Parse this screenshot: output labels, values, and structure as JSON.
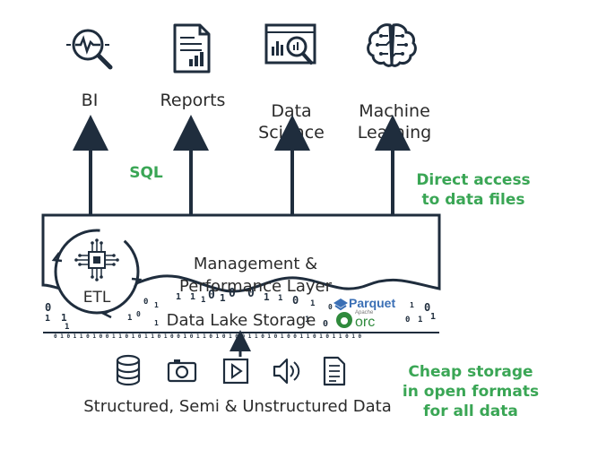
{
  "consumers": [
    {
      "label": "BI",
      "icon": "bi-analytics-icon"
    },
    {
      "label": "Reports",
      "icon": "report-document-icon"
    },
    {
      "label": "Data\nScience",
      "icon": "data-science-icon"
    },
    {
      "label": "Machine\nLearning",
      "icon": "brain-circuit-icon"
    }
  ],
  "annotations": {
    "sql": "SQL",
    "direct_access": "Direct access\nto data files",
    "cheap_storage": "Cheap storage\nin open formats\nfor all data"
  },
  "layers": {
    "management": "Management &\nPerformance Layer",
    "etl": "ETL",
    "storage": "Data Lake Storage"
  },
  "formats": {
    "parquet": "Parquet",
    "orc": "ORC",
    "orc_prefix": "Apache"
  },
  "sources": {
    "label": "Structured, Semi & Unstructured Data",
    "icons": [
      "database-icon",
      "camera-icon",
      "video-play-icon",
      "speaker-audio-icon",
      "text-document-icon"
    ]
  },
  "colors": {
    "dark": "#1f2d3d",
    "green": "#3aa655",
    "parquet_blue": "#3a6fb5",
    "orc_green": "#2f8a3c"
  }
}
